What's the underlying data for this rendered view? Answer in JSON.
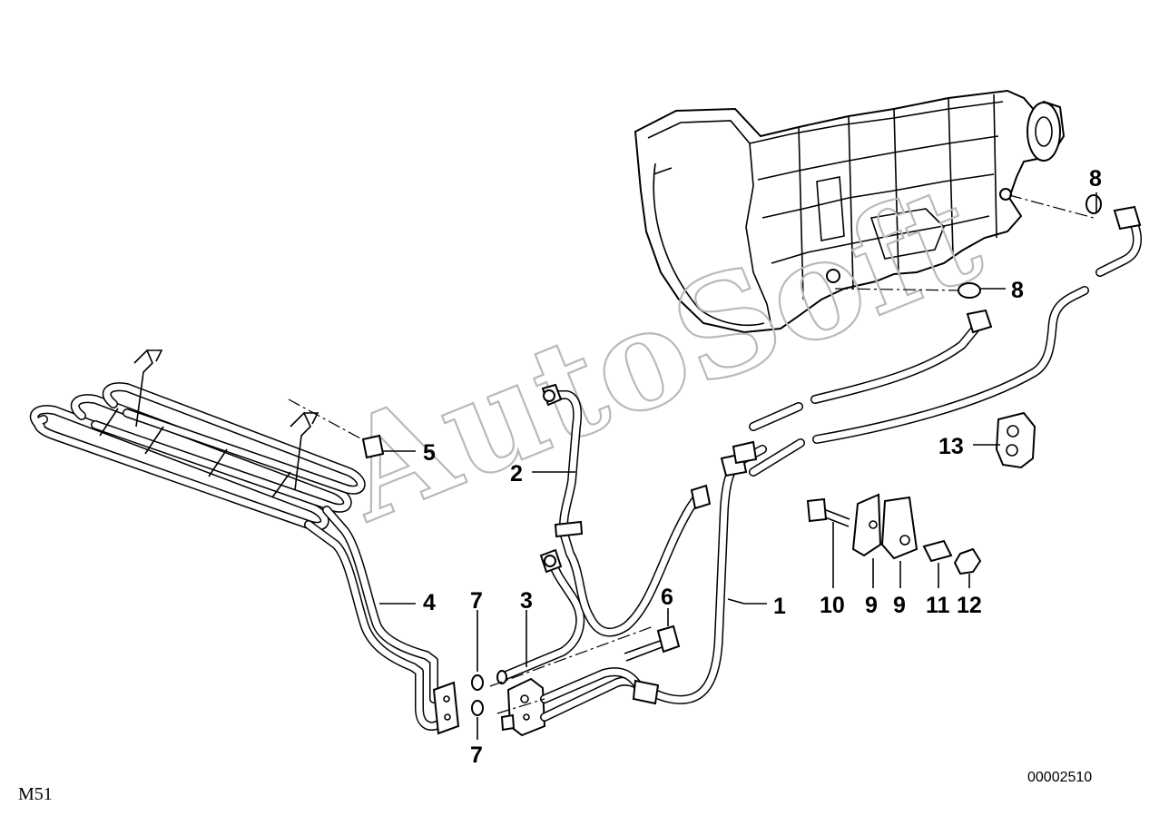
{
  "diagram": {
    "model_code": "M51",
    "drawing_number": "00002510",
    "watermark": "AutoSoft",
    "parts": [
      {
        "id": "p1",
        "label": "1"
      },
      {
        "id": "p2",
        "label": "2"
      },
      {
        "id": "p3",
        "label": "3"
      },
      {
        "id": "p4",
        "label": "4"
      },
      {
        "id": "p5",
        "label": "5"
      },
      {
        "id": "p6",
        "label": "6"
      },
      {
        "id": "p7a",
        "label": "7"
      },
      {
        "id": "p7b",
        "label": "7"
      },
      {
        "id": "p8a",
        "label": "8"
      },
      {
        "id": "p8b",
        "label": "8"
      },
      {
        "id": "p9a",
        "label": "9"
      },
      {
        "id": "p9b",
        "label": "9"
      },
      {
        "id": "p10",
        "label": "10"
      },
      {
        "id": "p11",
        "label": "11"
      },
      {
        "id": "p12",
        "label": "12"
      },
      {
        "id": "p13",
        "label": "13"
      }
    ]
  }
}
